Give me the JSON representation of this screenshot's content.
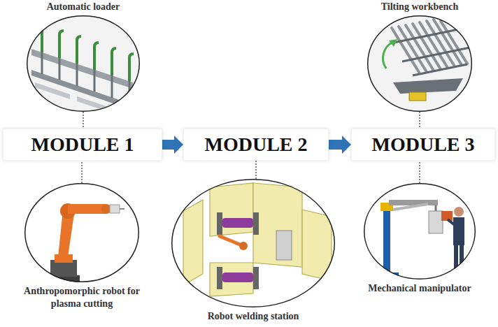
{
  "diagram": {
    "nodes": [
      {
        "text": [
          "Automatic loader"
        ]
      },
      {
        "text": [
          "Tilting workbench"
        ]
      },
      {
        "text": [
          "MODULE 1"
        ]
      },
      {
        "text": [
          "MODULE 2"
        ]
      },
      {
        "text": [
          "MODULE 3"
        ]
      },
      {
        "text": [
          "Anthropomorphic robot for plasma cutting"
        ]
      },
      {
        "text": [
          "Robot welding station"
        ]
      },
      {
        "text": [
          "Mechanical manipulator"
        ]
      }
    ],
    "edges": [
      {
        "from": 2,
        "to": 3,
        "arrow": "to"
      },
      {
        "from": 3,
        "to": 4,
        "arrow": "to"
      },
      {
        "from": 0,
        "to": 2,
        "arrow": "none"
      },
      {
        "from": 1,
        "to": 4,
        "arrow": "none"
      },
      {
        "from": 5,
        "to": 2,
        "arrow": "none"
      },
      {
        "from": 6,
        "to": 3,
        "arrow": "none"
      },
      {
        "from": 7,
        "to": 4,
        "arrow": "none"
      }
    ]
  }
}
